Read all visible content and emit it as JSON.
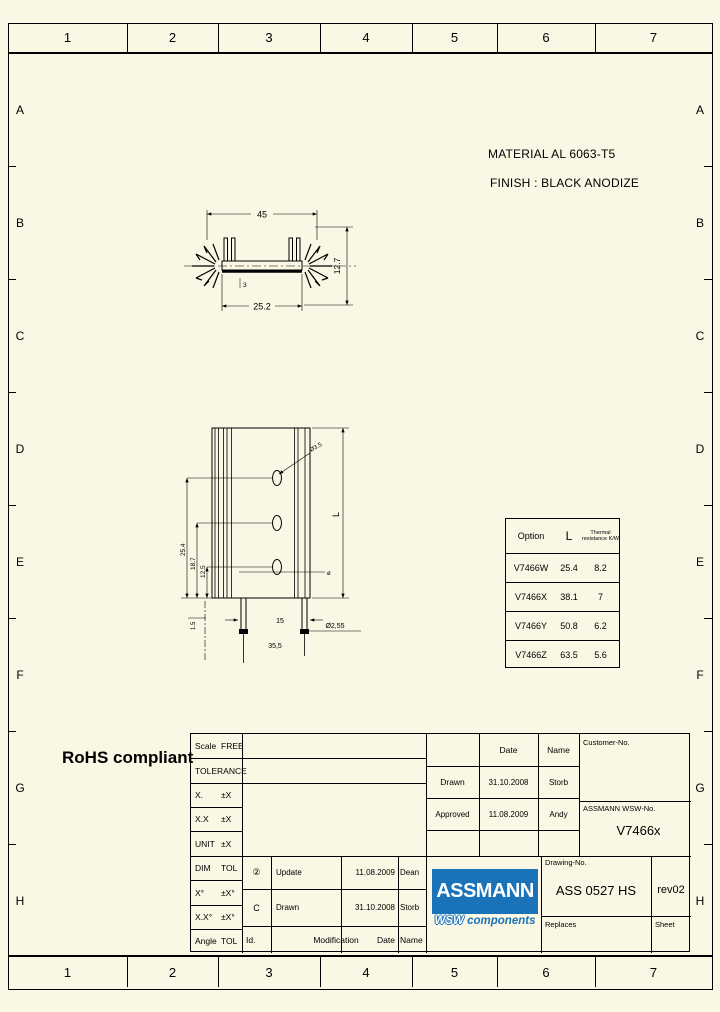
{
  "colors": {
    "background": "#FAF7E4",
    "line": "#000000",
    "logo_blue": "#1A72B8"
  },
  "frame": {
    "columns": [
      "1",
      "2",
      "3",
      "4",
      "5",
      "6",
      "7"
    ],
    "rows": [
      "A",
      "B",
      "C",
      "D",
      "E",
      "F",
      "G",
      "H"
    ]
  },
  "notes": {
    "material": "MATERIAL  AL 6063-T5",
    "finish": "FINISH : BLACK ANODIZE",
    "rohs": "RoHS compliant"
  },
  "front_view": {
    "width": "45",
    "base_width": "25.2",
    "height": "12.7",
    "thickness": "3"
  },
  "side_view": {
    "hole_top": "25.4",
    "hole_mid": "18.7",
    "hole_bot": "12.5",
    "length": "L",
    "pin_spacing": "15",
    "pin_total": "35,5",
    "pin_dia": "Ø2,55",
    "pin_thickness": "1.5",
    "hole_callout": "Ø3.5",
    "dia_symbol": "ø"
  },
  "options_table": {
    "headers": [
      "Option",
      "L",
      "Thermal resistance K/W"
    ],
    "rows": [
      [
        "V7466W",
        "25.4",
        "8.2"
      ],
      [
        "V7466X",
        "38.1",
        "7"
      ],
      [
        "V7466Y",
        "50.8",
        "6.2"
      ],
      [
        "V7466Z",
        "63.5",
        "5.6"
      ]
    ]
  },
  "title_block": {
    "left_rows": [
      [
        "Scale",
        "FREE"
      ],
      [
        "TOLERANCE",
        ""
      ],
      [
        "X.",
        "±X"
      ],
      [
        "X.X",
        "±X"
      ],
      [
        "UNIT",
        "±X"
      ],
      [
        "DIM",
        "TOL"
      ],
      [
        "X°",
        "±X°"
      ],
      [
        "X.X°",
        "±X°"
      ],
      [
        "Angle",
        "TOL"
      ]
    ],
    "date_header": "Date",
    "name_header": "Name",
    "drawn_label": "Drawn",
    "drawn_date": "31.10.2008",
    "drawn_name": "Storb",
    "approved_label": "Approved",
    "approved_date": "11.08.2009",
    "approved_name": "Andy",
    "customer_no_label": "Customer-No.",
    "wsw_no_label": "ASSMANN WSW-No.",
    "part_number": "V7466x",
    "drawing_no_label": "Drawing-No.",
    "drawing_no": "ASS 0527 HS",
    "revision": "rev02",
    "replaces_label": "Replaces",
    "sheet_label": "Sheet",
    "revisions": [
      [
        "②",
        "Update",
        "11.08.2009",
        "Dean"
      ],
      [
        "C",
        "Drawn",
        "31.10.2008",
        "Storb"
      ]
    ],
    "rev_footer": [
      "Id.",
      "Modification",
      "Date",
      "Name"
    ],
    "logo": {
      "name": "ASSMANN",
      "sub_a": "WSW",
      "sub_b": "components"
    }
  }
}
